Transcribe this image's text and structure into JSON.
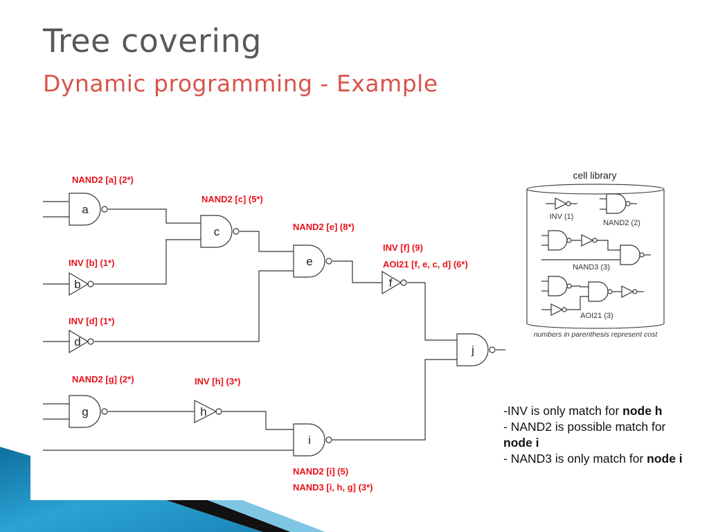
{
  "title": "Tree covering",
  "subtitle": "Dynamic programming - Example",
  "gates": {
    "a": "a",
    "b": "b",
    "c": "c",
    "d": "d",
    "e": "e",
    "f": "f",
    "g": "g",
    "h": "h",
    "i": "i",
    "j": "j"
  },
  "labels": {
    "a": "NAND2 [a] (2*)",
    "c": "NAND2 [c] (5*)",
    "e": "NAND2 [e] (8*)",
    "b": "INV [b] (1*)",
    "f1": "INV [f] (9)",
    "f2": "AOI21 [f, e, c, d] (6*)",
    "d": "INV [d] (1*)",
    "g": "NAND2 [g] (2*)",
    "h": "INV [h] (3*)",
    "i1": "NAND2 [i] (5)",
    "i2": "NAND3 [i, h, g] (3*)"
  },
  "cell_library": {
    "title": "cell library",
    "inv": "INV (1)",
    "nand2": "NAND2 (2)",
    "nand3": "NAND3 (3)",
    "aoi21": "AOI21 (3)",
    "note": "numbers in parenthesis represent cost"
  },
  "notes": {
    "line1a": "-INV is only match for ",
    "line1b": "node h",
    "line2a": "- NAND2 is possible match for ",
    "line2b": "node i",
    "line3a": "- NAND3 is only match for ",
    "line3b": "node i"
  },
  "colors": {
    "title": "#595959",
    "subtitle": "#d9534a",
    "label_red": "#e8111b",
    "accent_blue": "#1c8fc0"
  }
}
